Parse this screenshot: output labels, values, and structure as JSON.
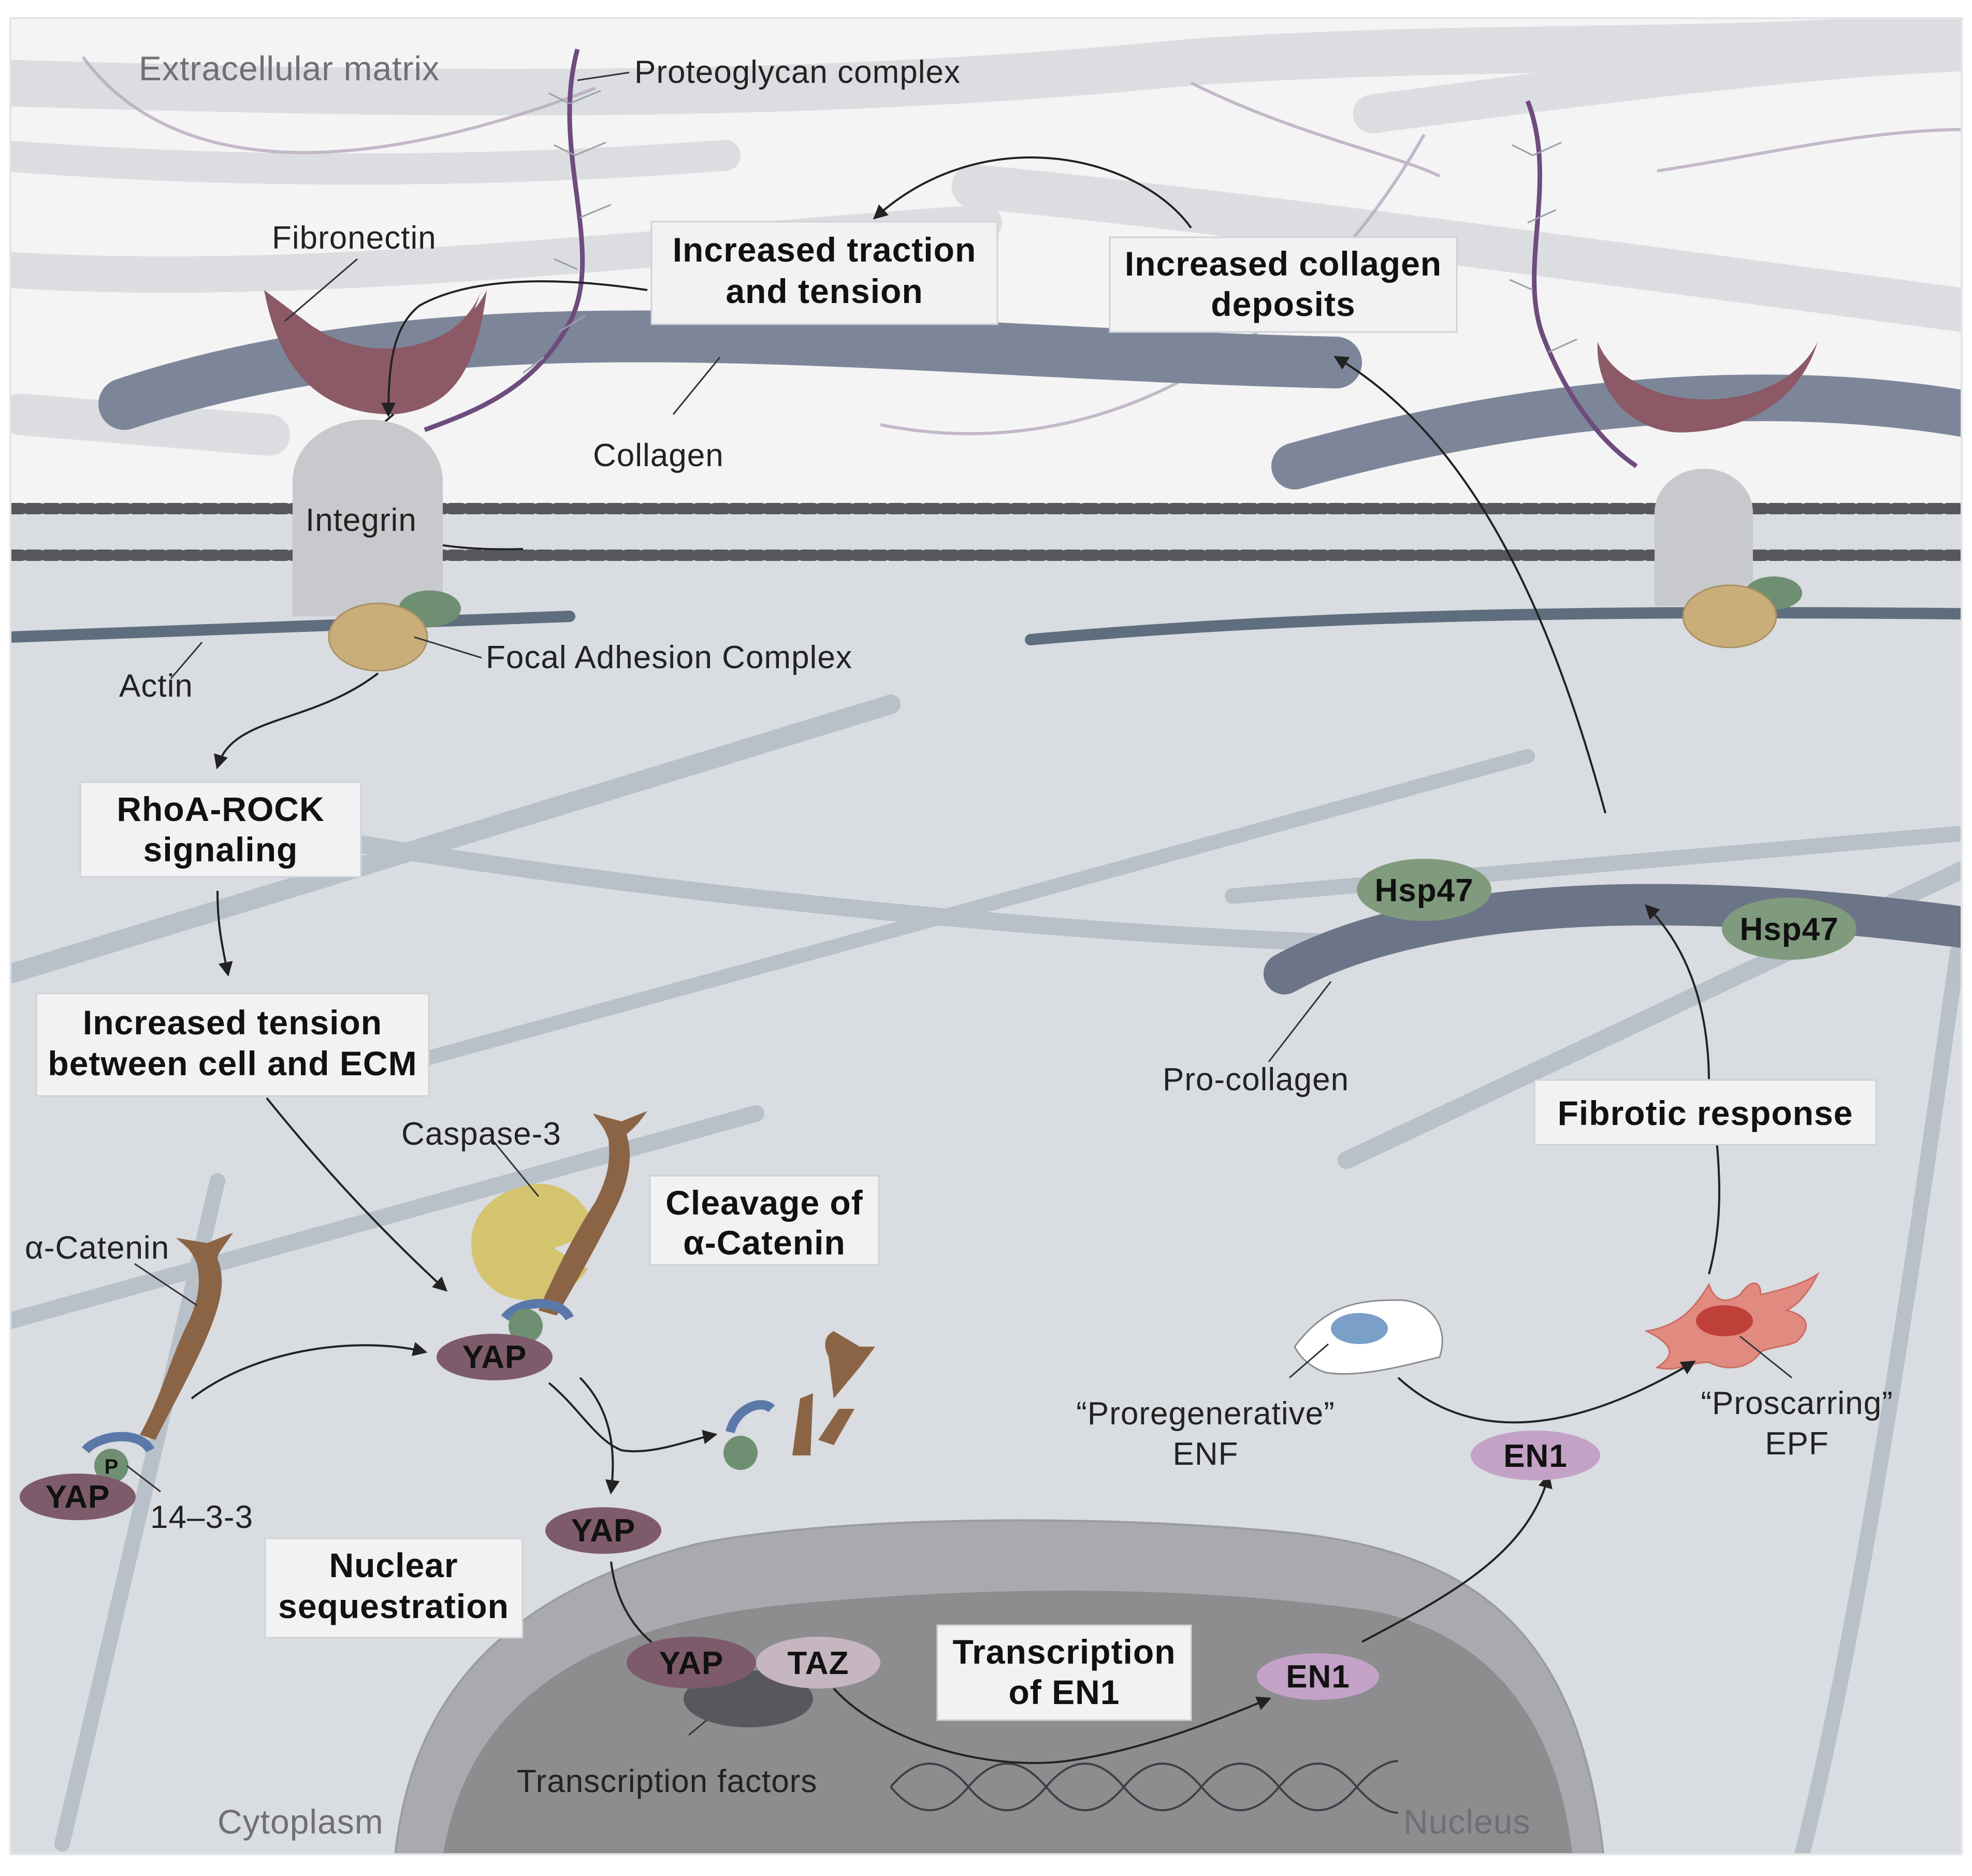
{
  "regions": {
    "extracellular_matrix": "Extracellular matrix",
    "cytoplasm": "Cytoplasm",
    "nucleus": "Nucleus"
  },
  "labels": {
    "proteoglycan_complex": "Proteoglycan complex",
    "fibronectin": "Fibronectin",
    "collagen": "Collagen",
    "integrin": "Integrin",
    "actin": "Actin",
    "focal_adhesion_complex": "Focal Adhesion Complex",
    "caspase_3": "Caspase-3",
    "alpha_catenin": "α-Catenin",
    "protein_14_3_3": "14–3-3",
    "transcription_factors": "Transcription factors",
    "pro_collagen": "Pro-collagen",
    "enf_line1": "“Proregenerative”",
    "enf_line2": "ENF",
    "epf_line1": "“Proscarring”",
    "epf_line2": "EPF"
  },
  "boxes": {
    "traction": [
      "Increased traction",
      "and tension"
    ],
    "collagen_deposits": [
      "Increased collagen",
      "deposits"
    ],
    "rhoa": [
      "RhoA-ROCK",
      "signaling"
    ],
    "tension_ecm": [
      "Increased tension",
      "between cell and ECM"
    ],
    "cleavage": [
      "Cleavage of",
      "α-Catenin"
    ],
    "nuclear": [
      "Nuclear",
      "sequestration"
    ],
    "transcription": [
      "Transcription",
      "of EN1"
    ],
    "fibrotic": [
      "Fibrotic response"
    ]
  },
  "ovals": {
    "yap_bound": "YAP",
    "yap_p_site": "P",
    "yap_cleaved": "YAP",
    "yap_free": "YAP",
    "yap_nuclear": "YAP",
    "taz": "TAZ",
    "en1_nucleus": "EN1",
    "en1_cytoplasm": "EN1",
    "hsp47_left": "Hsp47",
    "hsp47_right": "Hsp47"
  },
  "colors": {
    "ecm_background": "#f4f4f5",
    "cytoplasm": "#d9dce0",
    "collagen": "#7d8699",
    "fibronectin": "#8b5a66",
    "integrin": "#c8c9cc",
    "focal_adhesion": "#c9ae7a",
    "yap": "#7e5b6a",
    "taz": "#c6b6bf",
    "en1": "#c4a2c7",
    "hsp47": "#7f9a7d",
    "catenin": "#8b6445",
    "caspase": "#d4c470",
    "nucleus": "#8d8d90",
    "epf_cell": "#e08a80"
  }
}
